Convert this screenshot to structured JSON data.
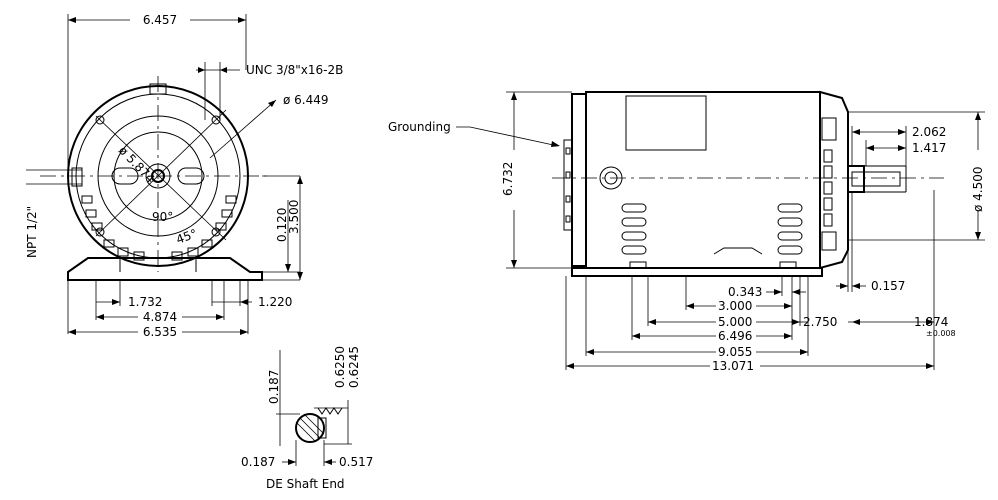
{
  "front_view": {
    "overall_width_top": "6.457",
    "unc_thread": "UNC 3/8\"x16-2B",
    "bolt_circle_dia": "ø 6.449",
    "pilot_dia": "ø 5.874",
    "angle_90": "90°",
    "angle_45": "45°",
    "npt": "NPT 1/2\"",
    "foot_offset": "0.120",
    "shaft_height": "3.500",
    "foot_hole_left": "1.732",
    "foot_hole_right": "1.220",
    "foot_hole_spacing": "4.874",
    "overall_width_bottom": "6.535"
  },
  "shaft_end": {
    "key_height": "0.187",
    "shaft_dia_max": "0.6250",
    "shaft_dia_min": "0.6245",
    "key_width": "0.187",
    "key_depth": "0.517",
    "caption": "DE Shaft End"
  },
  "side_view": {
    "grounding_label": "Grounding",
    "overall_height": "6.732",
    "shaft_dia": "ø 4.500",
    "shaft_length": "2.062",
    "key_length": "1.417",
    "shaft_shoulder": "0.157",
    "foot_slot": "0.343",
    "foot_span_a": "3.000",
    "foot_span_b": "5.000",
    "foot_span_c": "6.496",
    "frame_length": "9.055",
    "overall_length": "13.071",
    "shaft_ext": "2.750",
    "shaft_ext_total": "1.874",
    "tolerance": "±0.008"
  }
}
